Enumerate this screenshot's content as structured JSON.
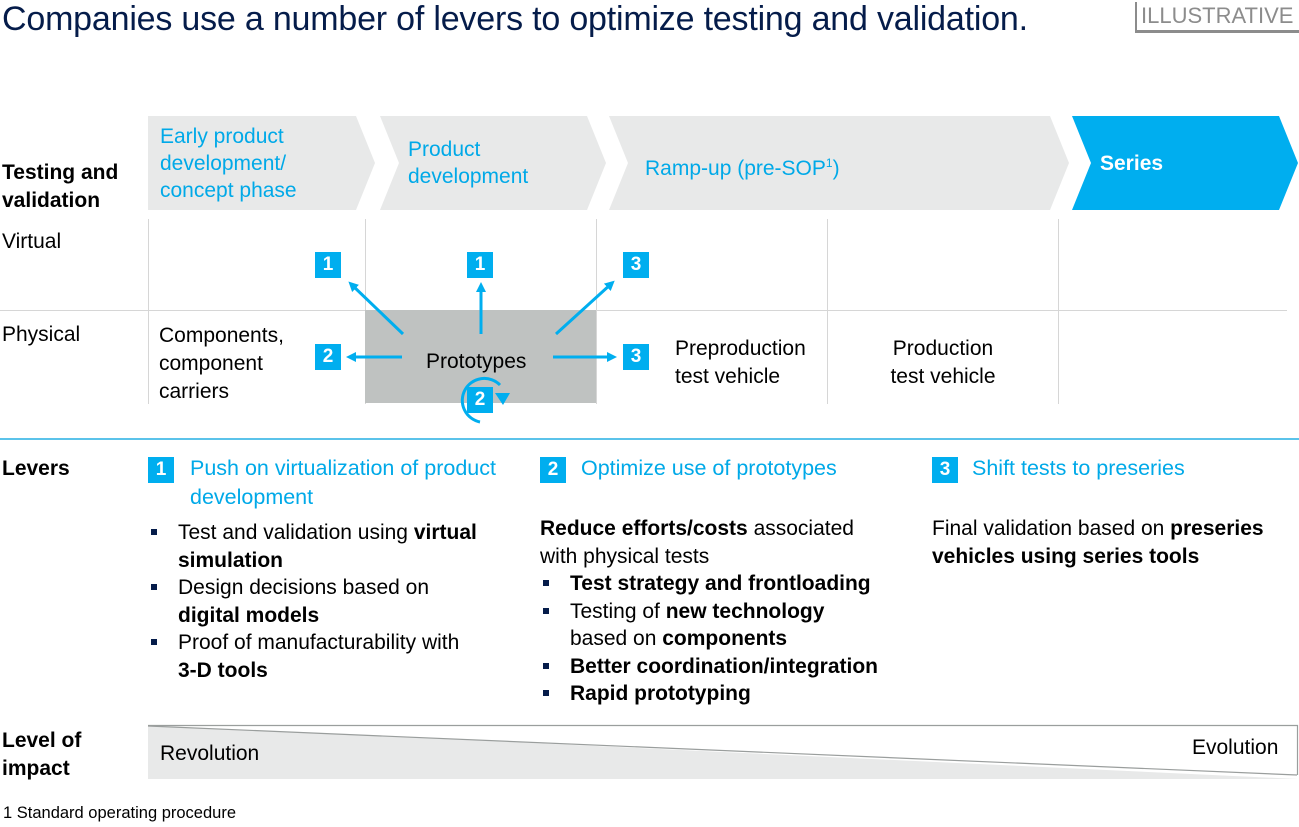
{
  "header": {
    "title": "Companies use a number of levers to optimize testing and validation.",
    "tag": "ILLUSTRATIVE"
  },
  "colors": {
    "accent": "#00aeef",
    "title_navy": "#051c4a",
    "phase_gray": "#e8e9e9",
    "prototype_gray": "#bfc2c1"
  },
  "rows": {
    "testing_validation": "Testing and validation",
    "virtual": "Virtual",
    "physical": "Physical",
    "levers": "Levers",
    "level_of_impact": "Level of impact"
  },
  "phases": [
    {
      "label": "Early product development/ concept phase",
      "lines": [
        "Early product",
        "development/",
        "concept phase"
      ]
    },
    {
      "label": "Product development",
      "lines": [
        "Product",
        "development"
      ]
    },
    {
      "label": "Ramp-up (pre-SOP1)",
      "text": "Ramp-up (pre-SOP",
      "sup": "1",
      "close": ")"
    },
    {
      "label": "Series",
      "highlighted": true
    }
  ],
  "physical_cells": {
    "components": [
      "Components,",
      "component",
      "carriers"
    ],
    "prototypes": "Prototypes",
    "preproduction": [
      "Preproduction",
      "test vehicle"
    ],
    "production": [
      "Production",
      "test vehicle"
    ]
  },
  "badges": {
    "virtual_left": "1",
    "virtual_center": "1",
    "virtual_right": "3",
    "physical_left": "2",
    "physical_right": "3",
    "loop": "2"
  },
  "levers": [
    {
      "number": "1",
      "title_lines": [
        "Push on virtualization of product",
        "development"
      ],
      "bullets": [
        {
          "lines": [
            [
              {
                "t": "Test and validation using ",
                "b": false
              },
              {
                "t": "virtual",
                "b": true
              }
            ],
            [
              {
                "t": "simulation",
                "b": true
              }
            ]
          ]
        },
        {
          "lines": [
            [
              {
                "t": "Design decisions based on",
                "b": false
              }
            ],
            [
              {
                "t": "digital models",
                "b": true
              }
            ]
          ]
        },
        {
          "lines": [
            [
              {
                "t": "Proof of manufacturability with",
                "b": false
              }
            ],
            [
              {
                "t": "3-D tools",
                "b": true
              }
            ]
          ]
        }
      ]
    },
    {
      "number": "2",
      "title_lines": [
        "Optimize use of prototypes"
      ],
      "intro": [
        [
          {
            "t": "Reduce efforts/costs",
            "b": true
          },
          {
            "t": " associated",
            "b": false
          }
        ],
        [
          {
            "t": "with physical tests",
            "b": false
          }
        ]
      ],
      "bullets": [
        {
          "lines": [
            [
              {
                "t": "Test strategy and frontloading",
                "b": true
              }
            ]
          ]
        },
        {
          "lines": [
            [
              {
                "t": "Testing of ",
                "b": false
              },
              {
                "t": "new technology",
                "b": true
              }
            ],
            [
              {
                "t": "based on ",
                "b": false
              },
              {
                "t": "components",
                "b": true
              }
            ]
          ]
        },
        {
          "lines": [
            [
              {
                "t": "Better coordination/integration",
                "b": true
              }
            ]
          ]
        },
        {
          "lines": [
            [
              {
                "t": "Rapid prototyping",
                "b": true
              }
            ]
          ]
        }
      ]
    },
    {
      "number": "3",
      "title_lines": [
        "Shift tests to preseries"
      ],
      "intro": [
        [
          {
            "t": "Final validation based on ",
            "b": false
          },
          {
            "t": "preseries",
            "b": true
          }
        ],
        [
          {
            "t": "vehicles using series tools",
            "b": true
          }
        ]
      ]
    }
  ],
  "impact": {
    "left": "Revolution",
    "right": "Evolution"
  },
  "footnote": "1 Standard operating procedure"
}
